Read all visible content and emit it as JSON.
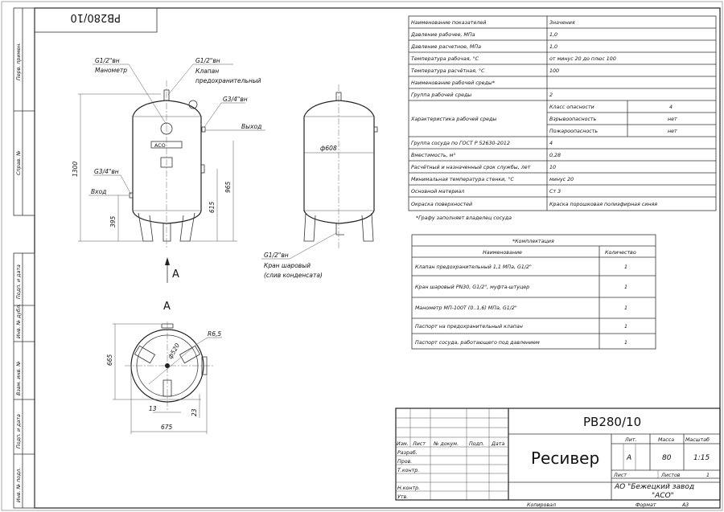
{
  "stamp_rotated": "РВ280/10",
  "side_strip": [
    "Перв. примен.",
    "Справ. №",
    "Подп. и дата",
    "Инв. № дубл.",
    "Взам. инв. №",
    "Подп. и дата",
    "Инв. № подл."
  ],
  "drawing": {
    "front": {
      "manometer_thread": "G1/2\"вн",
      "manometer": "Манометр",
      "valve_thread": "G1/2\"вн",
      "valve_1": "Клапан",
      "valve_2": "предохранительный",
      "outlet_thread": "G3/4\"вн",
      "outlet": "Выход",
      "inlet_thread": "G3/4\"вн",
      "inlet": "Вход",
      "dim_1300": "1300",
      "dim_395": "395",
      "dim_615": "615",
      "dim_965": "965",
      "drain_thread": "G1/2\"вн",
      "drain_1": "Кран шаровый",
      "drain_2": "(слив конденсата)",
      "brand": "АСО"
    },
    "side": {
      "dia": "ф608"
    },
    "view_a": {
      "arrow_label": "А",
      "title": "А",
      "dim_665": "665",
      "dim_r": "R6,5",
      "dim_dia": "ф520",
      "dim_13": "13",
      "dim_23": "23",
      "dim_675": "675"
    }
  },
  "spec_table": {
    "header": [
      "Наименование показателей",
      "Значения"
    ],
    "rows": [
      [
        "Давление рабочее, МПа",
        "1,0"
      ],
      [
        "Давление расчетное, МПа",
        "1,0"
      ],
      [
        "Температура рабочая, °С",
        "от минус 20 до плюс 100"
      ],
      [
        "Температура расчётная, °С",
        "100"
      ],
      [
        "Наименование рабочей среды*",
        ""
      ],
      [
        "Группа рабочей среды",
        "2"
      ]
    ],
    "char": {
      "label": "Характеристика рабочей среды",
      "sub": [
        [
          "Класс опасности",
          "4"
        ],
        [
          "Взрывоопасность",
          "нет"
        ],
        [
          "Пожароопасность",
          "нет"
        ]
      ]
    },
    "rows2": [
      [
        "Группа сосуда по ГОСТ Р 52630-2012",
        "4"
      ],
      [
        "Вместимость, м³",
        "0,28"
      ],
      [
        "Расчётный и назначенный срок службы, лет",
        "10"
      ],
      [
        "Минимальная температура стенки, °С",
        "минус 20"
      ],
      [
        "Основной материал",
        "Ст 3"
      ],
      [
        "Окраска поверхностей",
        "Краска порошковая полиэфирная синяя"
      ]
    ],
    "note": "*Графу заполняет владелец сосуда"
  },
  "kit_table": {
    "title": "*Комплектация",
    "header": [
      "Наименование",
      "Количество"
    ],
    "rows": [
      [
        "Клапан предохранительный 1,1 МПа, G1/2\"",
        "1"
      ],
      [
        "Кран шаровый PN30, G1/2\", муфта-штуцер",
        "1"
      ],
      [
        "Манометр МП-100Т (0..1,6) МПа, G1/2\"",
        "1"
      ],
      [
        "Паспорт на предохранительный клапан",
        "1"
      ],
      [
        "Паспорт сосуда, работающего под давлением",
        "1"
      ]
    ]
  },
  "title_block": {
    "designation": "РВ280/10",
    "name": "Ресивер",
    "cols": [
      "Изм.",
      "Лист",
      "№ докум.",
      "Подп.",
      "Дата"
    ],
    "roles": [
      "Разраб.",
      "Пров.",
      "Т.контр.",
      "Н.контр.",
      "Утв."
    ],
    "lit_label": "Лит.",
    "mass_label": "Масса",
    "scale_label": "Масштаб",
    "lit": "А",
    "mass": "80",
    "scale": "1:15",
    "sheet_label": "Лист",
    "sheets_label": "Листов",
    "sheets": "1",
    "company_1": "АО \"Бежецкий завод",
    "company_2": "\"АСО\"",
    "copied": "Копировал",
    "format_label": "Формат",
    "format": "А3"
  }
}
